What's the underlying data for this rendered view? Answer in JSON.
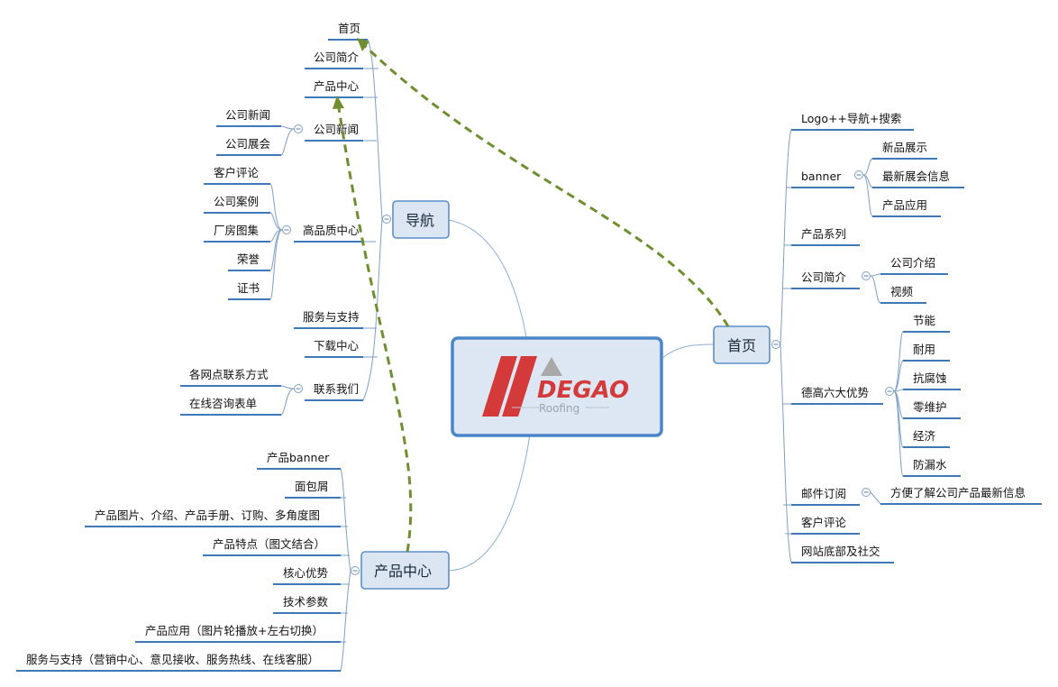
{
  "center": {
    "logo_text": "DEGAO",
    "logo_sub": "Roofing"
  },
  "nav": {
    "title": "导航",
    "items": {
      "home": "首页",
      "about": "公司简介",
      "products": "产品中心",
      "news": "公司新闻",
      "news_sub": [
        "公司新闻",
        "公司展会"
      ],
      "quality": "高品质中心",
      "quality_sub": [
        "客户评论",
        "公司案例",
        "厂房图集",
        "荣誉",
        "证书"
      ],
      "service": "服务与支持",
      "download": "下载中心",
      "contact": "联系我们",
      "contact_sub": [
        "各网点联系方式",
        "在线咨询表单"
      ]
    }
  },
  "homepage": {
    "title": "首页",
    "items": {
      "logo_nav": "Logo++导航+搜索",
      "banner": "banner",
      "banner_sub": [
        "新品展示",
        "最新展会信息",
        "产品应用"
      ],
      "series": "产品系列",
      "about": "公司简介",
      "about_sub": [
        "公司介绍",
        "视频"
      ],
      "advantages": "德高六大优势",
      "advantages_sub": [
        "节能",
        "耐用",
        "抗腐蚀",
        "零维护",
        "经济",
        "防漏水"
      ],
      "subscribe": "邮件订阅",
      "subscribe_sub": "方便了解公司产品最新信息",
      "reviews": "客户评论",
      "footer": "网站底部及社交"
    }
  },
  "products": {
    "title": "产品中心",
    "items": [
      "产品banner",
      "面包屑",
      "产品图片、介绍、产品手册、订购、多角度图",
      "产品特点（图文结合）",
      "核心优势",
      "技术参数",
      "产品应用（图片轮播放+左右切换）",
      "服务与支持（营销中心、意见接收、服务热线、在线客服）"
    ]
  },
  "colors": {
    "node_fill": "#dbe6f2",
    "node_border": "#5b8fca",
    "underline": "#3f78b9",
    "connector": "#7f9fc6",
    "arrow": "#6f8f2f",
    "logo_red": "#d43a3a",
    "logo_gray": "#a9a9a9"
  }
}
